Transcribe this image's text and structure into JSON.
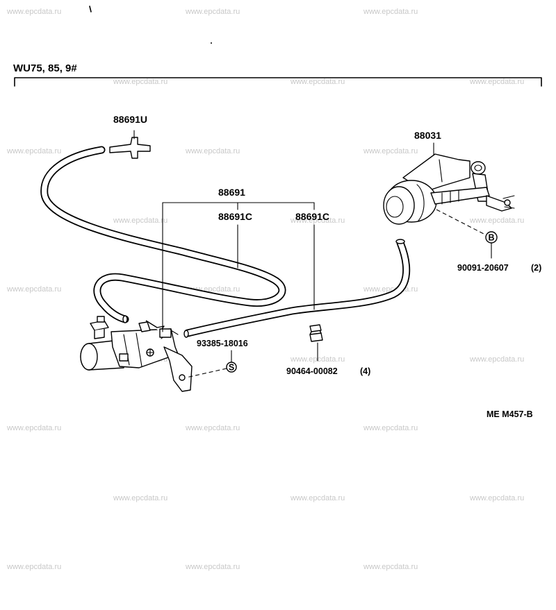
{
  "watermark": "www.epcdata.ru",
  "header": {
    "model_range": "WU75, 85, 9#"
  },
  "parts": {
    "tee_joint": "88691U",
    "vsv_assembly": "88691",
    "hose_left": "88691C",
    "hose_right": "88691C",
    "egr_valve": "88031",
    "bolt_b": "90091-20607",
    "bolt_b_qty": "(2)",
    "screw_s": "93385-18016",
    "clip": "90464-00082",
    "clip_qty": "(4)"
  },
  "symbols": {
    "bolt_b": "B",
    "screw_s": "S"
  },
  "footer": {
    "diagram_code": "ME M457-B"
  }
}
